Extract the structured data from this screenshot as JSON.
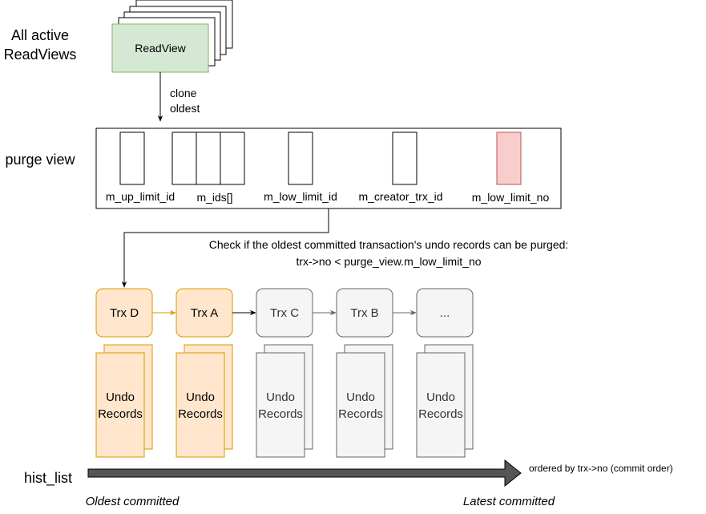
{
  "labels": {
    "all_active_line1": "All active",
    "all_active_line2": "ReadViews",
    "purge_view": "purge view",
    "hist_list": "hist_list",
    "oldest_committed": "Oldest committed",
    "latest_committed": "Latest committed",
    "ordered_by": "ordered by trx->no (commit order)"
  },
  "readview": {
    "label": "ReadView"
  },
  "clone_arrow": {
    "line1": "clone",
    "line2": "oldest"
  },
  "purge_fields": {
    "up_limit": "m_up_limit_id",
    "ids": "m_ids[]",
    "low_limit": "m_low_limit_id",
    "creator": "m_creator_trx_id",
    "low_limit_no": "m_low_limit_no"
  },
  "check": {
    "line1": "Check if the oldest committed transaction's undo records can be purged:",
    "line2": "trx->no < purge_view.m_low_limit_no"
  },
  "transactions": [
    {
      "label": "Trx D",
      "state": "highlighted"
    },
    {
      "label": "Trx A",
      "state": "highlighted"
    },
    {
      "label": "Trx C",
      "state": "normal"
    },
    {
      "label": "Trx B",
      "state": "normal"
    },
    {
      "label": "...",
      "state": "normal"
    }
  ],
  "undo": [
    {
      "line1": "Undo",
      "line2": "Records"
    },
    {
      "line1": "Undo",
      "line2": "Records"
    },
    {
      "line1": "Undo",
      "line2": "Records"
    },
    {
      "line1": "Undo",
      "line2": "Records"
    },
    {
      "line1": "Undo",
      "line2": "Records"
    }
  ],
  "colors": {
    "readview_fill": "#d5e8d4",
    "readview_stroke": "#82b366",
    "highlight_fill": "#ffe6cc",
    "highlight_stroke": "#d79b00",
    "normal_fill": "#f5f5f5",
    "normal_stroke": "#666666",
    "normal_text": "#333333",
    "low_limit_no_fill": "#f8cecc",
    "low_limit_no_stroke": "#b85450",
    "timeline_fill": "#555555"
  }
}
